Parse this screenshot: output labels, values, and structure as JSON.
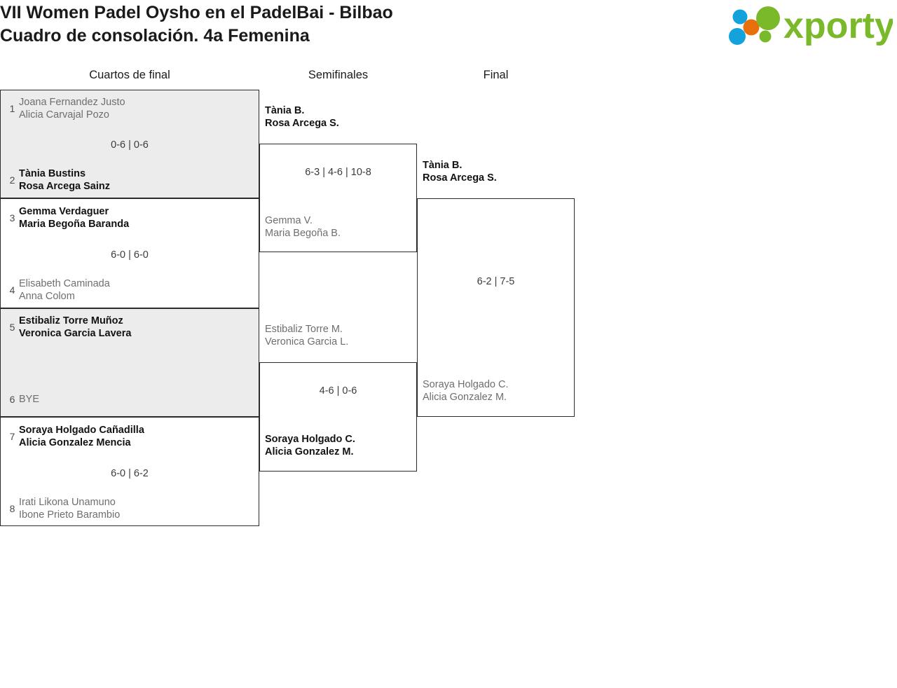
{
  "header": {
    "title_line1": "VII Women Padel Oysho en el PadelBai - Bilbao",
    "title_line2": "Cuadro de consolación. 4a Femenina",
    "logo_text": "xporty",
    "logo_colors": {
      "green": "#7ab929",
      "blue": "#14a2dc",
      "orange": "#e8700a"
    }
  },
  "rounds": [
    {
      "id": "qf",
      "label": "Cuartos de final"
    },
    {
      "id": "sf",
      "label": "Semifinales"
    },
    {
      "id": "f",
      "label": "Final"
    }
  ],
  "bracket": {
    "quarterfinals": [
      {
        "shaded": true,
        "score": "0-6 | 0-6",
        "top": {
          "seed": "1",
          "player1": "Joana Fernandez Justo",
          "player2": "Alicia Carvajal Pozo",
          "winner": false
        },
        "bottom": {
          "seed": "2",
          "player1": "Tània Bustins",
          "player2": "Rosa Arcega Sainz",
          "winner": true
        }
      },
      {
        "shaded": false,
        "score": "6-0 | 6-0",
        "top": {
          "seed": "3",
          "player1": "Gemma Verdaguer",
          "player2": "Maria Begoña Baranda",
          "winner": true
        },
        "bottom": {
          "seed": "4",
          "player1": "Elisabeth Caminada",
          "player2": "Anna Colom",
          "winner": false
        }
      },
      {
        "shaded": true,
        "score": "",
        "top": {
          "seed": "5",
          "player1": "Estibaliz Torre Muñoz",
          "player2": "Veronica Garcia Lavera",
          "winner": true
        },
        "bottom": {
          "seed": "6",
          "player1": "BYE",
          "player2": "",
          "winner": false
        }
      },
      {
        "shaded": false,
        "score": "6-0 | 6-2",
        "top": {
          "seed": "7",
          "player1": "Soraya Holgado Cañadilla",
          "player2": "Alicia Gonzalez Mencia",
          "winner": true
        },
        "bottom": {
          "seed": "8",
          "player1": "Irati Likona Unamuno",
          "player2": "Ibone Prieto Barambio",
          "winner": false
        }
      }
    ],
    "semifinals": [
      {
        "score": "6-3 | 4-6 | 10-8",
        "top": {
          "player1": "Tània B.",
          "player2": "Rosa Arcega S.",
          "winner": true
        },
        "bottom": {
          "player1": "Gemma V.",
          "player2": "Maria Begoña B.",
          "winner": false
        }
      },
      {
        "score": "4-6 | 0-6",
        "top": {
          "player1": "Estibaliz Torre M.",
          "player2": "Veronica Garcia L.",
          "winner": false
        },
        "bottom": {
          "player1": "Soraya Holgado C.",
          "player2": "Alicia Gonzalez M.",
          "winner": true
        }
      }
    ],
    "final": [
      {
        "score": "6-2 | 7-5",
        "top": {
          "player1": "Tània B.",
          "player2": "Rosa Arcega S.",
          "winner": true
        },
        "bottom": {
          "player1": "Soraya Holgado C.",
          "player2": "Alicia Gonzalez M.",
          "winner": false
        }
      }
    ]
  }
}
